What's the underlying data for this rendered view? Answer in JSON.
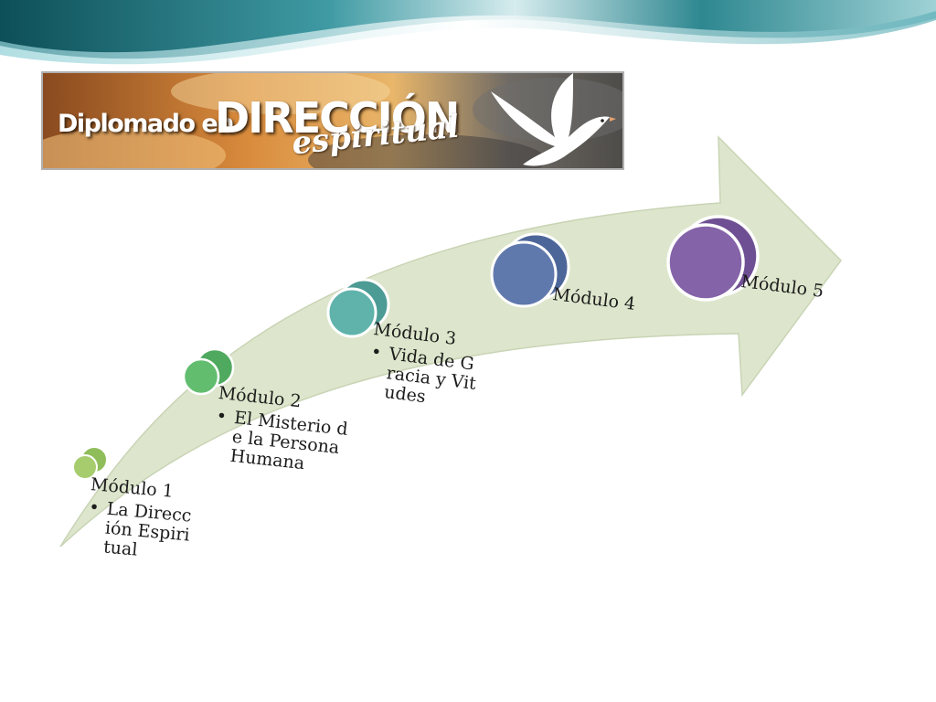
{
  "banner": {
    "word1": "Diplomado en",
    "word2": "DIRECCIÓN",
    "word3": "espiritual"
  },
  "modules": [
    {
      "title": "Módulo 1",
      "bullet": "La Dirección Espiritual",
      "color": "#8fbd5a"
    },
    {
      "title": "Módulo 2",
      "bullet": "El Misterio de la Persona Humana",
      "color": "#59b569"
    },
    {
      "title": "Módulo 3",
      "bullet": "Vida de Gracia y Vitudes",
      "color": "#56a8a0"
    },
    {
      "title": "Módulo 4",
      "bullet": "",
      "color": "#5a74a8"
    },
    {
      "title": "Módulo 5",
      "bullet": "",
      "color": "#7b5c9f"
    }
  ],
  "colors": {
    "arrow_fill": "#dde6cc",
    "arrow_stroke": "#c9d4b5",
    "wave_dark": "#0f5a63",
    "wave_light": "#62b4bd"
  }
}
